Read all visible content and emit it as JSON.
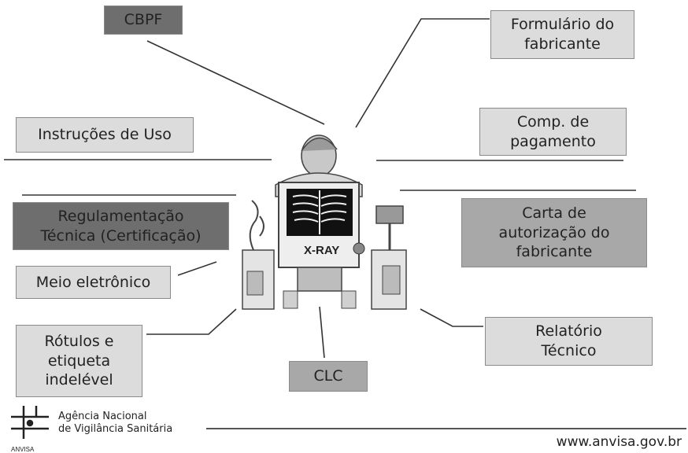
{
  "labels": {
    "cbpf": "CBPF",
    "formulario": "Formulário do\nfabricante",
    "instrucoes": "Instruções de Uso",
    "comp_pagamento": "Comp. de\npagamento",
    "regulamentacao": "Regulamentação\nTécnica (Certificação)",
    "carta": "Carta de\nautorização do\nfabricante",
    "meio": "Meio eletrônico",
    "rotulos": "Rótulos e\netiqueta\nindelével",
    "clc": "CLC",
    "relatorio": "Relatório\nTécnico"
  },
  "illustration": {
    "xray_text": "X-RAY"
  },
  "footer": {
    "org_line1": "Agência Nacional",
    "org_line2": "de Vigilância Sanitária",
    "logo_text": "ANVISA",
    "url": "www.anvisa.gov.br"
  },
  "colors": {
    "light_box": "#dcdcdc",
    "mid_box": "#a8a8a8",
    "dark_box": "#6e6e6e"
  }
}
